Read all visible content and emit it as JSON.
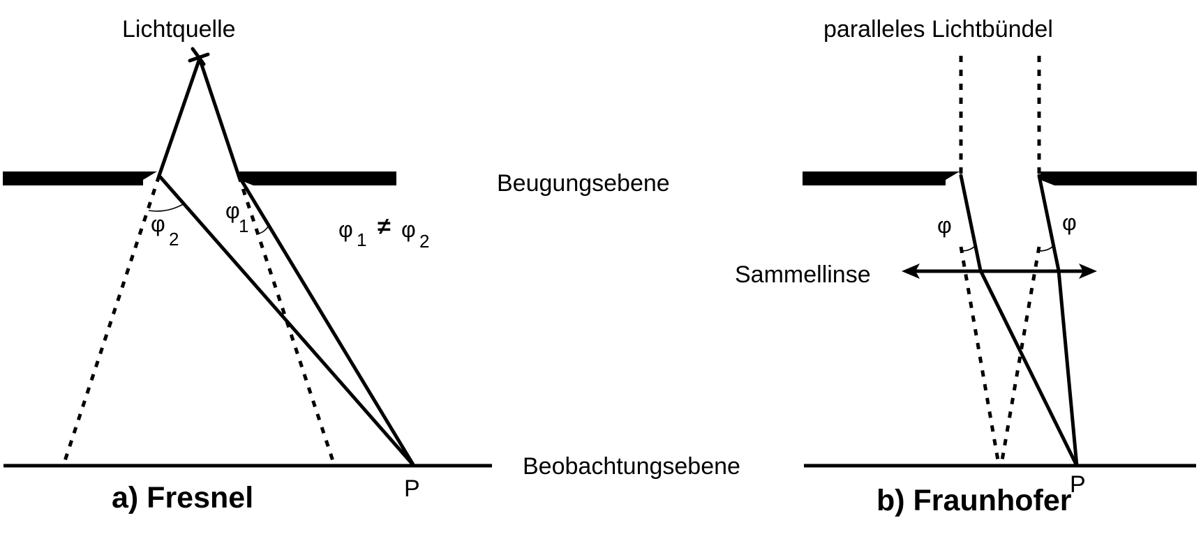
{
  "labels": {
    "lichtquelle": "Lichtquelle",
    "paralleles": "paralleles Lichtbündel",
    "beugung": "Beugungsebene",
    "beobachtung": "Beobachtungsebene",
    "sammellinse": "Sammellinse",
    "fresnel_title": "a) Fresnel",
    "fraunhofer_title": "b) Fraunhofer",
    "p_left": "P",
    "p_right": "P"
  },
  "angles": {
    "phi": "φ",
    "sub1": "1",
    "sub2": "2",
    "neq": "≠"
  }
}
